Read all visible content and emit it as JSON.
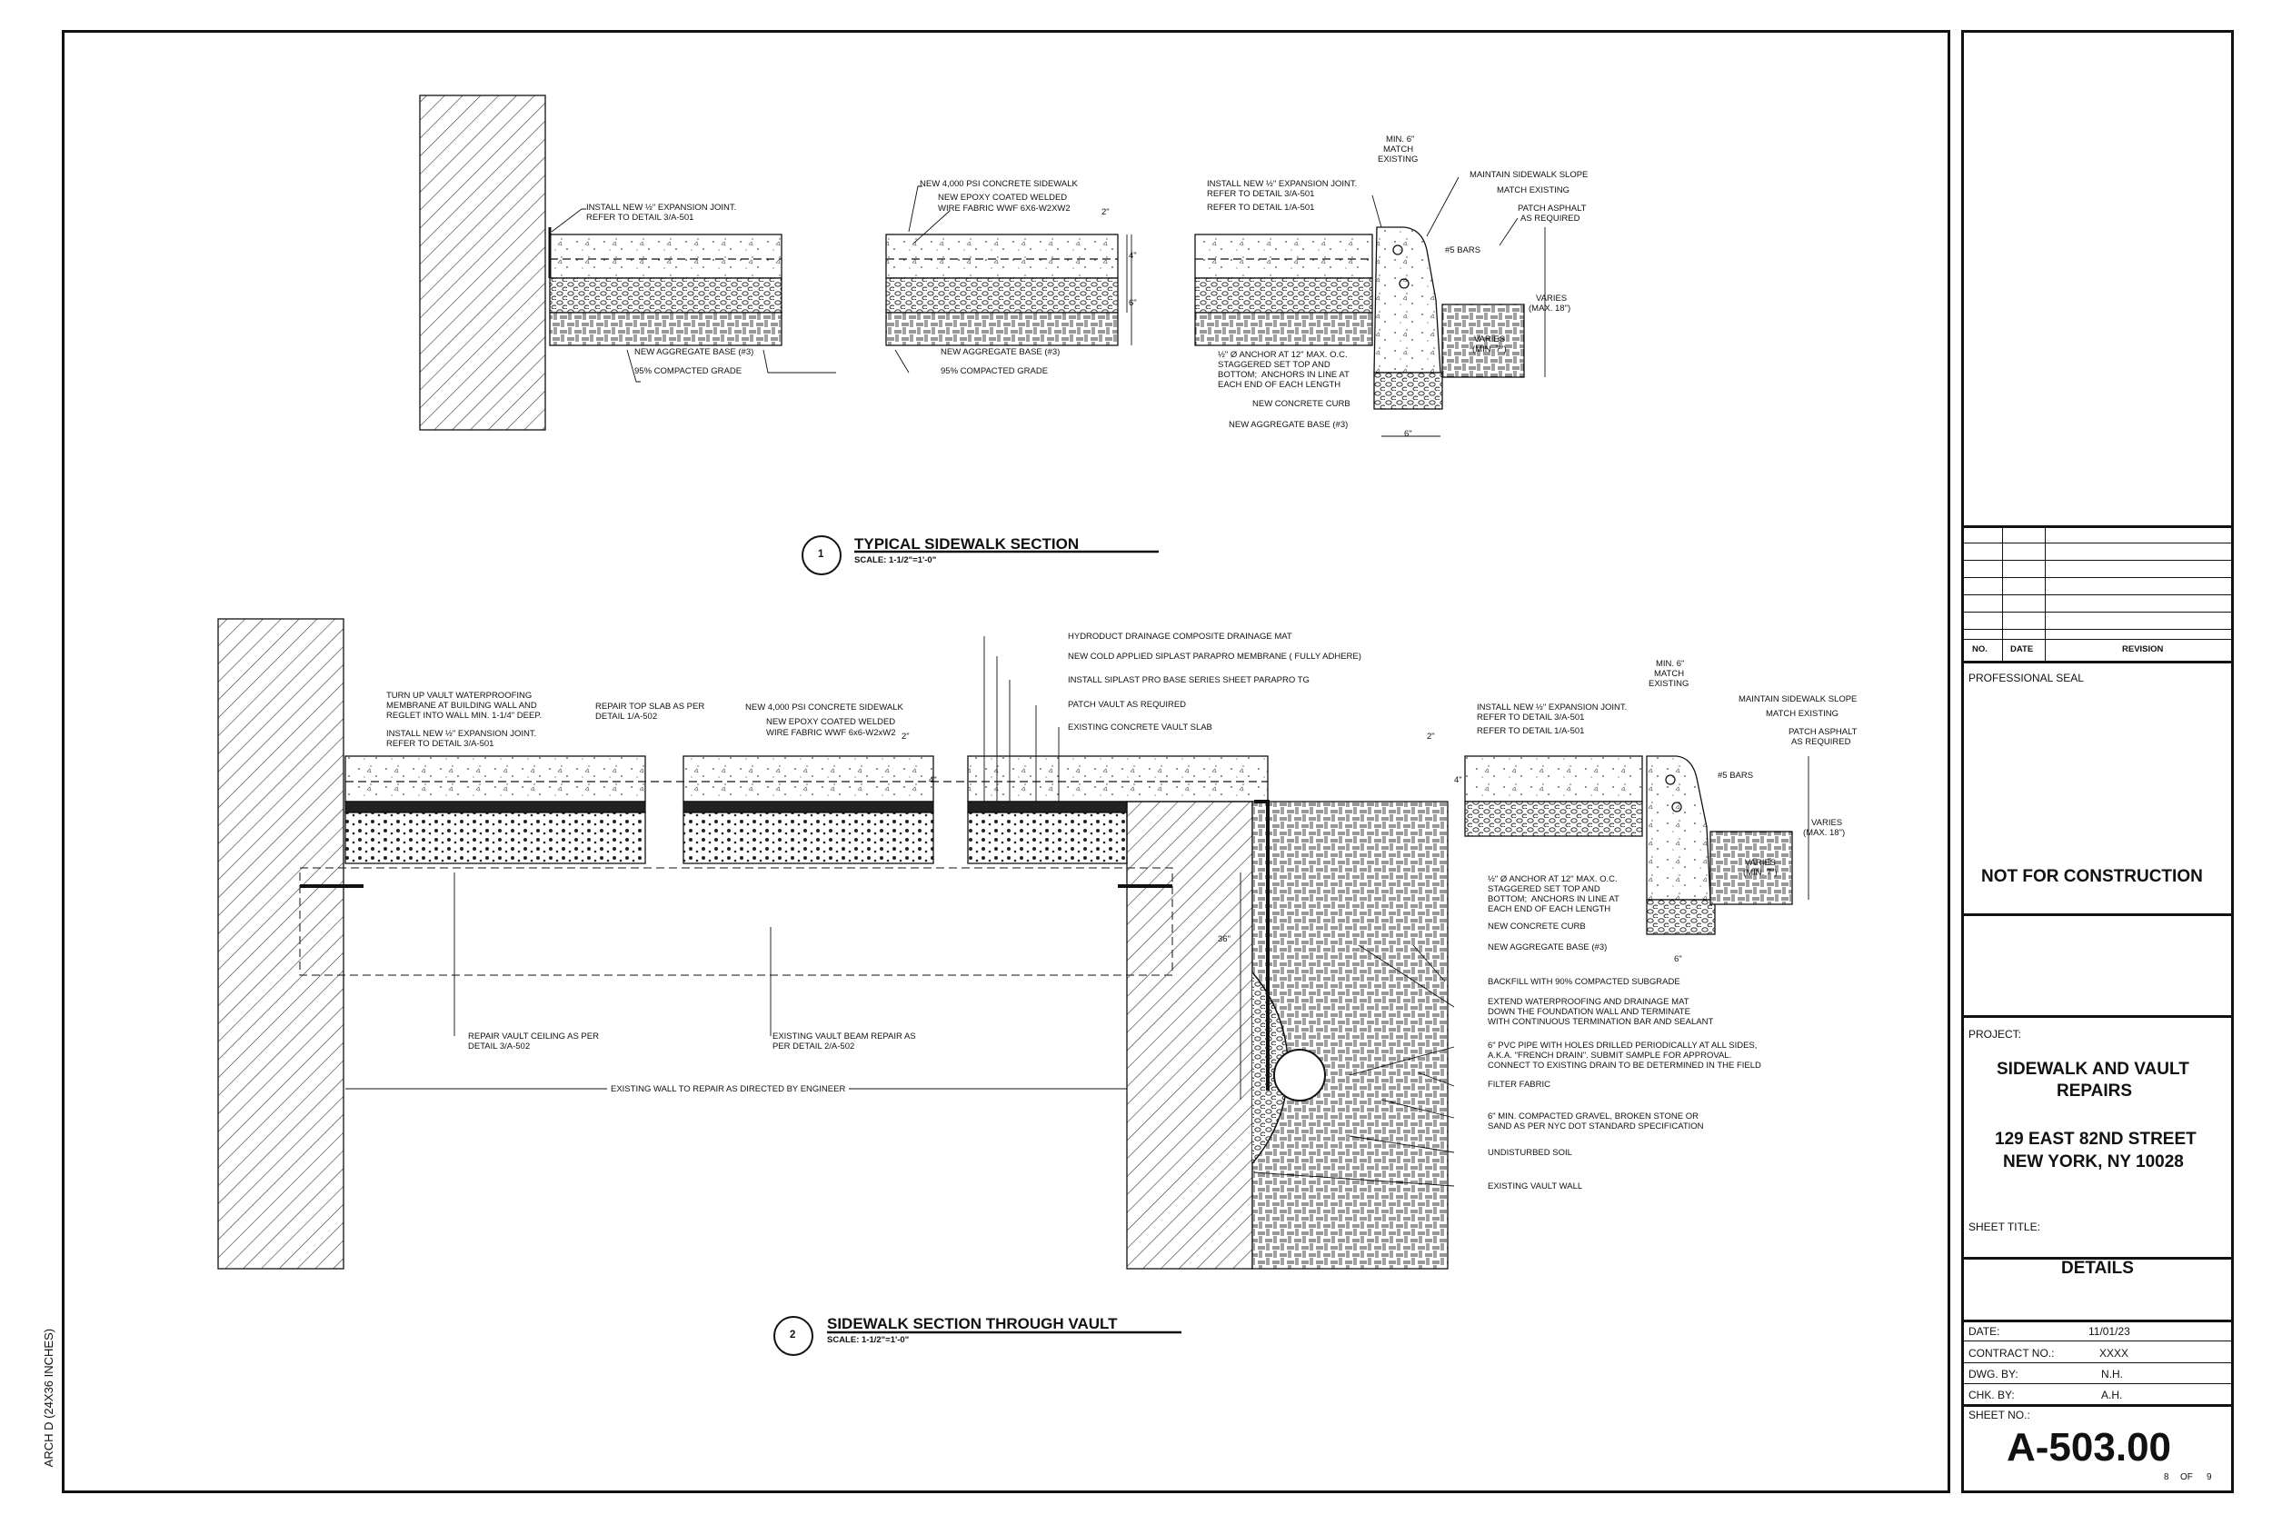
{
  "margin_label": "ARCH D (24X36 INCHES)",
  "detail1": {
    "number": "1",
    "title": "TYPICAL SIDEWALK SECTION",
    "scale": "SCALE: 1-1/2\"=1'-0\"",
    "notes": {
      "exp_joint_a1": "INSTALL NEW ½\" EXPANSION JOINT.",
      "exp_joint_a2": "REFER TO DETAIL 3/A-501",
      "agg_base_a": "NEW AGGREGATE BASE (#3)",
      "grade_a": "95% COMPACTED GRADE",
      "concrete_b": "NEW 4,000 PSI CONCRETE SIDEWALK",
      "wwf_b1": "NEW EPOXY COATED WELDED",
      "wwf_b2": "WIRE FABRIC WWF 6X6-W2XW2",
      "agg_base_b": "NEW AGGREGATE BASE (#3)",
      "grade_b": "95% COMPACTED GRADE",
      "exp_joint_c1": "INSTALL NEW ½\" EXPANSION JOINT.",
      "exp_joint_c2": "REFER TO DETAIL 3/A-501",
      "refer_c": "REFER TO DETAIL 1/A-501",
      "min6_1": "MIN. 6\"",
      "min6_2": "MATCH",
      "min6_3": "EXISTING",
      "slope": "MAINTAIN SIDEWALK SLOPE",
      "match": "MATCH EXISTING",
      "patch1": "PATCH ASPHALT",
      "patch2": "AS REQUIRED",
      "bars": "#5 BARS",
      "varies18_1": "VARIES",
      "varies18_2": "(MAX. 18\")",
      "varies7_1": "VARIES",
      "varies7_2": "(MIN. 7\")",
      "anchor1": "½\" Ø ANCHOR AT 12\" MAX. O.C.",
      "anchor2": "STAGGERED SET TOP AND",
      "anchor3": "BOTTOM;  ANCHORS IN LINE AT",
      "anchor4": "EACH END OF EACH LENGTH",
      "curb": "NEW CONCRETE CURB",
      "agg_base_c": "NEW AGGREGATE BASE (#3)",
      "dim_2": "2\"",
      "dim_4": "4\"",
      "dim_6": "6\""
    }
  },
  "detail2": {
    "number": "2",
    "title": "SIDEWALK SECTION THROUGH VAULT",
    "scale": "SCALE: 1-1/2\"=1'-0\"",
    "notes": {
      "turnup1": "TURN UP VAULT WATERPROOFING",
      "turnup2": "MEMBRANE AT BUILDING WALL AND",
      "turnup3": "REGLET INTO WALL MIN. 1-1/4\" DEEP.",
      "exp1": "INSTALL NEW ½\" EXPANSION JOINT.",
      "exp2": "REFER TO DETAIL 3/A-501",
      "repair_top1": "REPAIR TOP SLAB AS PER",
      "repair_top2": "DETAIL 1/A-502",
      "concrete": "NEW 4,000 PSI CONCRETE SIDEWALK",
      "wwf1": "NEW EPOXY COATED WELDED",
      "wwf2": "WIRE FABRIC WWF 6x6-W2xW2",
      "hydroduct": "HYDRODUCT DRAINAGE COMPOSITE DRAINAGE MAT",
      "coldapplied": "NEW COLD APPLIED SIPLAST PARAPRO MEMBRANE ( FULLY ADHERE)",
      "probase": "INSTALL SIPLAST PRO BASE SERIES SHEET PARAPRO TG",
      "patchvault": "PATCH VAULT AS REQUIRED",
      "existslab": "EXISTING CONCRETE VAULT SLAB",
      "exp_r1": "INSTALL NEW ½\" EXPANSION JOINT.",
      "exp_r2": "REFER TO DETAIL 3/A-501",
      "refer_r": "REFER TO DETAIL 1/A-501",
      "min6_1": "MIN. 6\"",
      "min6_2": "MATCH",
      "min6_3": "EXISTING",
      "slope": "MAINTAIN SIDEWALK SLOPE",
      "match": "MATCH EXISTING",
      "patch1": "PATCH ASPHALT",
      "patch2": "AS REQUIRED",
      "bars": "#5 BARS",
      "varies18_1": "VARIES",
      "varies18_2": "(MAX. 18\")",
      "varies7_1": "VARIES",
      "varies7_2": "(MIN. 7\")",
      "anchor1": "½\" Ø ANCHOR AT 12\" MAX. O.C.",
      "anchor2": "STAGGERED SET TOP AND",
      "anchor3": "BOTTOM;  ANCHORS IN LINE AT",
      "anchor4": "EACH END OF EACH LENGTH",
      "curb": "NEW CONCRETE CURB",
      "agg_base": "NEW AGGREGATE BASE (#3)",
      "backfill": "BACKFILL WITH 90% COMPACTED SUBGRADE",
      "extend1": "EXTEND WATERPROOFING AND DRAINAGE MAT",
      "extend2": "DOWN THE FOUNDATION WALL AND TERMINATE",
      "extend3": "WITH CONTINUOUS TERMINATION BAR AND SEALANT",
      "pvc1": "6\" PVC PIPE WITH HOLES DRILLED PERIODICALLY AT ALL SIDES,",
      "pvc2": "A.K.A. \"FRENCH DRAIN\". SUBMIT SAMPLE FOR APPROVAL.",
      "pvc3": "CONNECT TO EXISTING DRAIN TO BE DETERMINED IN THE FIELD",
      "filter": "FILTER FABRIC",
      "gravel1": "6\" MIN. COMPACTED GRAVEL, BROKEN STONE OR",
      "gravel2": "SAND AS PER NYC DOT STANDARD SPECIFICATION",
      "undisturbed": "UNDISTURBED SOIL",
      "existwall": "EXISTING VAULT WALL",
      "ceiling1": "REPAIR VAULT CEILING AS PER",
      "ceiling2": "DETAIL 3/A-502",
      "beam1": "EXISTING VAULT BEAM REPAIR AS",
      "beam2": "PER DETAIL 2/A-502",
      "wallrepair": "EXISTING WALL TO REPAIR AS DIRECTED BY ENGINEER",
      "dim_36": "36\"",
      "dim_2": "2\"",
      "dim_4": "4\"",
      "dim_6": "6\""
    }
  },
  "title_block": {
    "revision_headers": {
      "no": "NO.",
      "date": "DATE",
      "revision": "REVISION"
    },
    "seal_label": "PROFESSIONAL SEAL",
    "not_for_construction": "NOT FOR CONSTRUCTION",
    "project_label": "PROJECT:",
    "project_name_1": "SIDEWALK AND VAULT",
    "project_name_2": "REPAIRS",
    "address_1": "129 EAST 82ND STREET",
    "address_2": "NEW YORK, NY 10028",
    "sheet_title_label": "SHEET TITLE:",
    "sheet_title": "DETAILS",
    "date_label": "DATE:",
    "date": "11/01/23",
    "contract_label": "CONTRACT NO.:",
    "contract": "XXXX",
    "dwg_label": "DWG. BY:",
    "dwg": "N.H.",
    "chk_label": "CHK. BY:",
    "chk": "A.H.",
    "sheet_no_label": "SHEET NO.:",
    "sheet_no": "A-503.00",
    "sheet_of_1": "8",
    "sheet_of_2": "OF",
    "sheet_of_3": "9"
  }
}
